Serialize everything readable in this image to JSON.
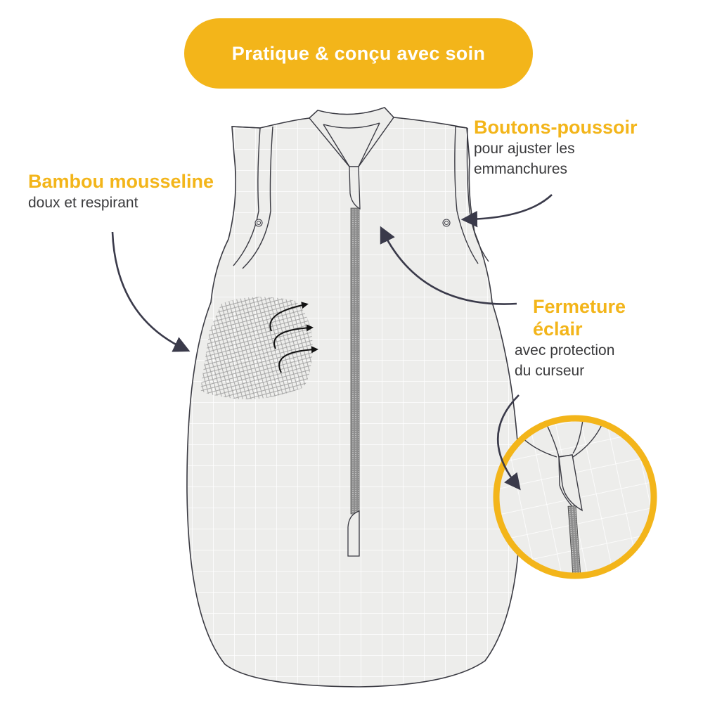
{
  "header": {
    "title": "Pratique & conçu avec soin"
  },
  "callouts": [
    {
      "title": "Bambou mousseline",
      "lines": [
        "doux et respirant"
      ]
    },
    {
      "title": "Boutons-poussoir",
      "lines": [
        "pour ajuster les",
        "emmanchures"
      ]
    },
    {
      "title_lines": [
        "Fermeture",
        "éclair"
      ],
      "lines": [
        "avec protection",
        "du curseur"
      ]
    }
  ],
  "colors": {
    "accent": "#f3b51a",
    "fabric": "#ededeb",
    "grid": "#ffffff",
    "outline": "#3a3a42",
    "arrow": "#3a3a4a",
    "text": "#3a3a3c"
  },
  "illustration": {
    "subject": "sleeveless-sleep-sack",
    "features": [
      "zipper",
      "snap-buttons",
      "zipper-guard",
      "muslin-weave-detail",
      "breathability-arrows",
      "zoom-circle-detail"
    ]
  }
}
